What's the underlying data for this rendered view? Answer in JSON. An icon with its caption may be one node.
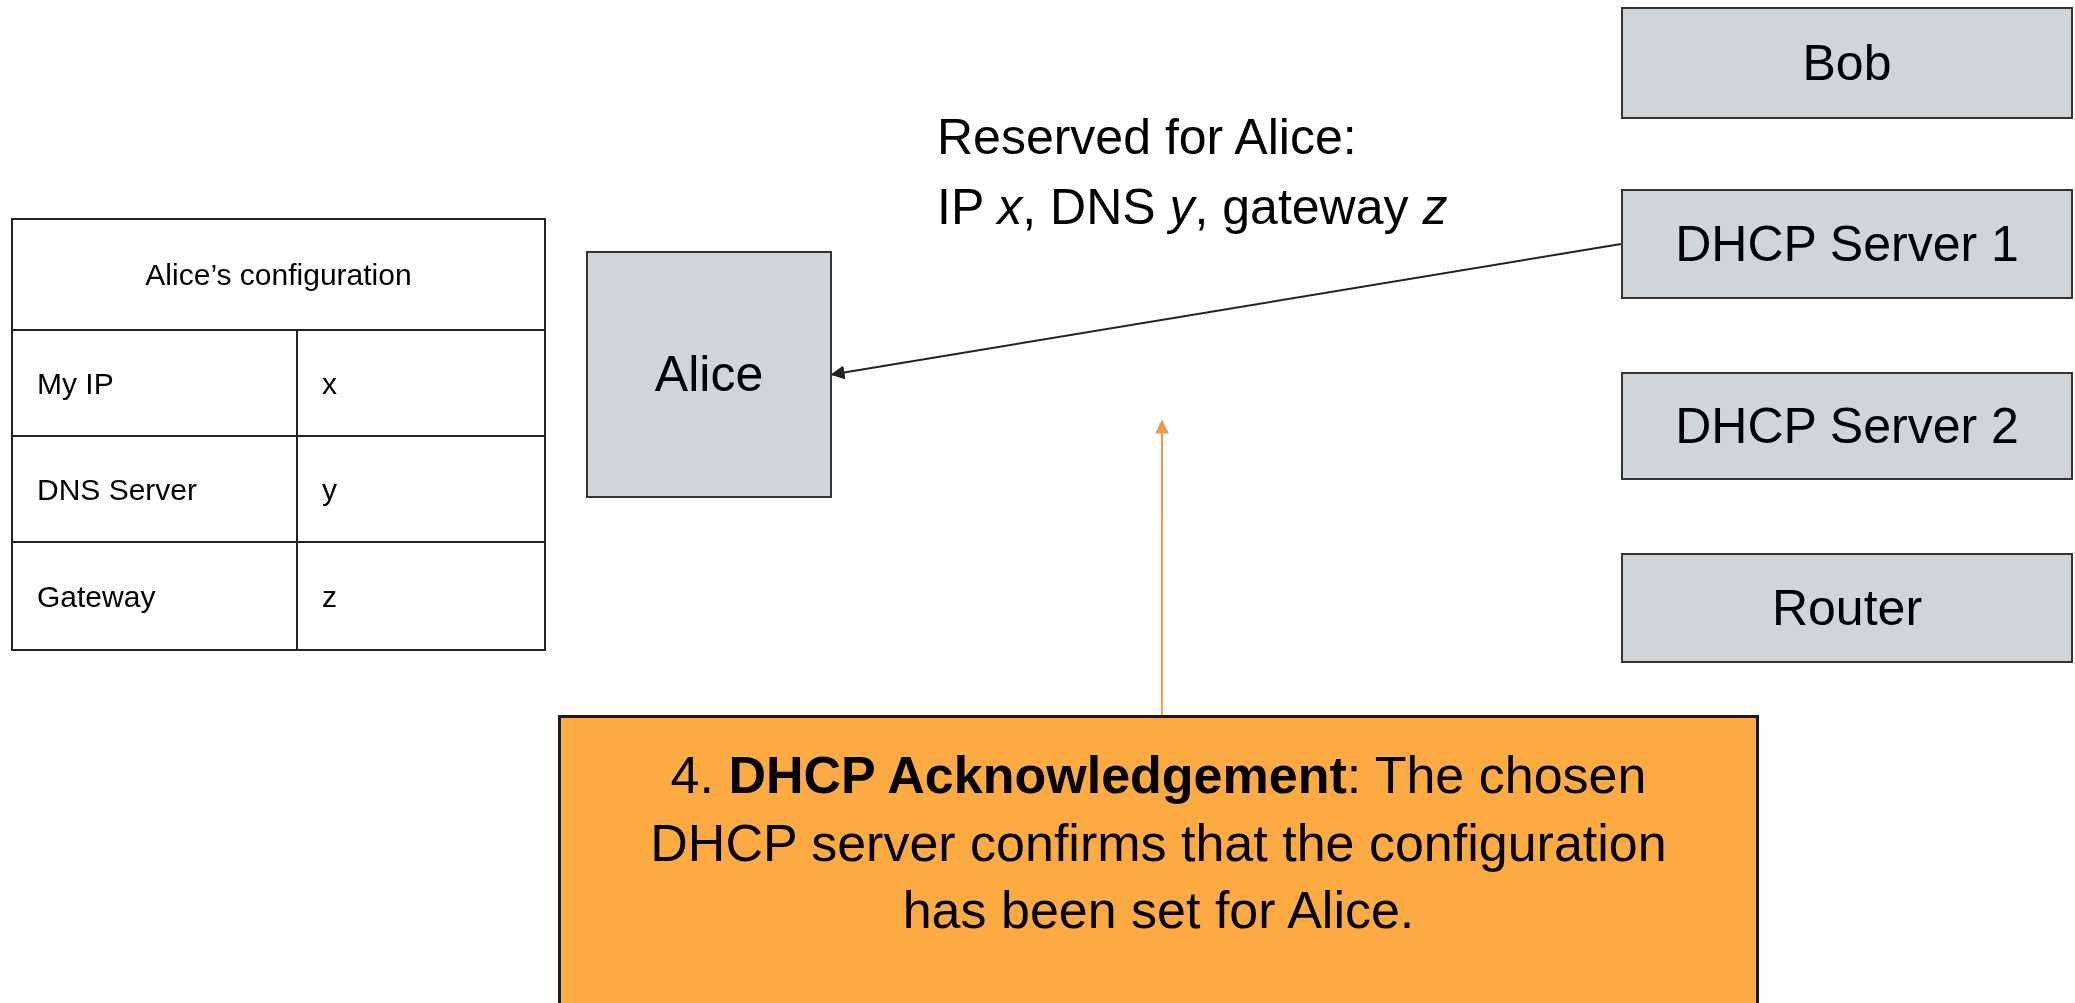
{
  "diagram": {
    "nodes": [
      {
        "text": [
          "Bob"
        ]
      },
      {
        "text": [
          "Alice"
        ]
      },
      {
        "text": [
          "DHCP Server 1"
        ]
      },
      {
        "text": [
          "DHCP Server 2"
        ]
      },
      {
        "text": [
          "Router"
        ]
      },
      {
        "text": [
          "4. **DHCP Acknowledgement**: The chosen DHCP server confirms that the configuration has been set for Alice."
        ]
      }
    ],
    "edges": [
      {
        "from": 2,
        "to": 1,
        "arrow": "to"
      },
      {
        "from": 5,
        "to": null,
        "arrow": "to",
        "color": "#ed9a4a"
      }
    ],
    "labels": [
      "Reserved for Alice:",
      "IP *x*, DNS *y*, gateway *z*",
      "Alice’s configuration",
      "My IP",
      "x",
      "DNS Server",
      "y",
      "Gateway",
      "z"
    ]
  }
}
